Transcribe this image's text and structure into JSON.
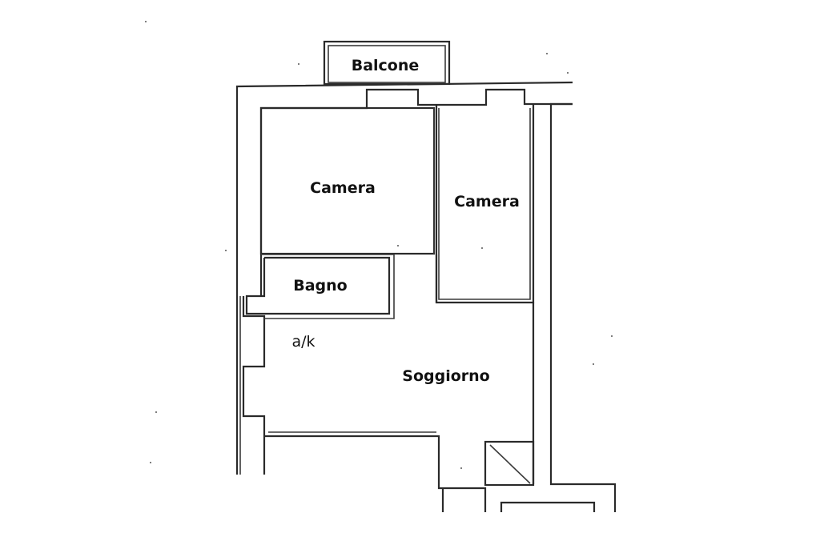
{
  "floorplan": {
    "rooms": {
      "balcony": "Balcone",
      "bedroom_left": "Camera",
      "bedroom_right": "Camera",
      "bathroom": "Bagno",
      "kitchenette": "a/k",
      "living_room": "Soggiorno"
    }
  }
}
